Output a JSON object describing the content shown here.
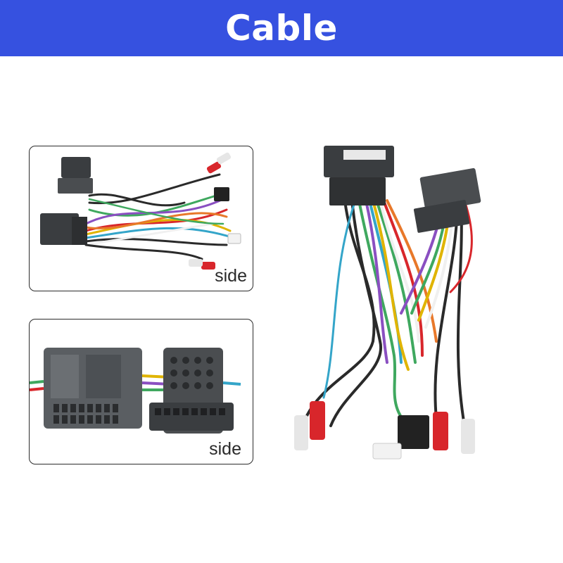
{
  "header": {
    "title": "Cable",
    "background": "#3651e0",
    "text_color": "#ffffff"
  },
  "panels": [
    {
      "label": "side",
      "image": "wiring-harness-side-photo"
    },
    {
      "label": "side",
      "image": "connector-pin-side-photo"
    }
  ],
  "main_image": "wiring-harness-photo",
  "colors": {
    "connector": "#3a3d40",
    "rca_red": "#d8262b",
    "rca_white": "#e6e6e6",
    "wire_black": "#2a2a2a"
  }
}
